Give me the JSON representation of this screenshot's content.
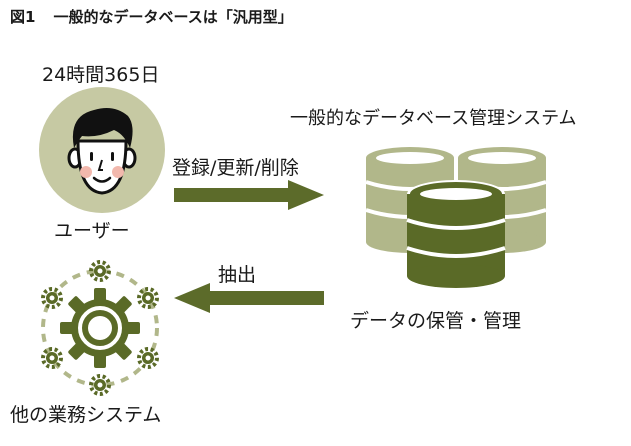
{
  "figure": {
    "number": "図1",
    "title": "一般的なデータベースは「汎用型」"
  },
  "labels": {
    "always_on": "24時間365日",
    "user": "ユーザー",
    "dbms": "一般的なデータベース管理システム",
    "arrow_register": "登録/更新/削除",
    "arrow_extract": "抽出",
    "storage": "データの保管・管理",
    "other_systems": "他の業務システム"
  },
  "colors": {
    "user_circle": "#c6c9a3",
    "arrow": "#5c6b2a",
    "db_light": "#b1b78a",
    "db_dark": "#5a6a27",
    "gear": "#5a6a27",
    "dots": "#b1b78a"
  }
}
